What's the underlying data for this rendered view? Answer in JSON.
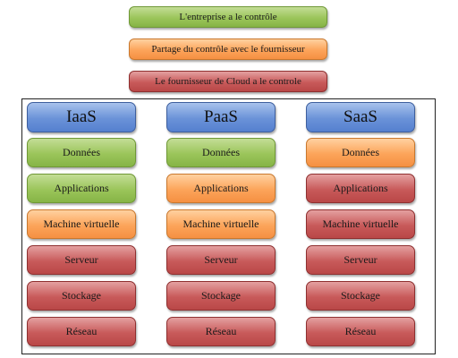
{
  "colors": {
    "green": "#9bc55a",
    "orange": "#fca45a",
    "red": "#c85a5a",
    "blue": "#6a92d8"
  },
  "legend": [
    {
      "label": "L'entreprise a le contrôle",
      "color": "green"
    },
    {
      "label": "Partage du contrôle avec le fournisseur",
      "color": "orange"
    },
    {
      "label": "Le fournisseur de Cloud a le controle",
      "color": "red"
    }
  ],
  "columns": [
    {
      "title": "IaaS",
      "cells": [
        {
          "label": "Données",
          "color": "green"
        },
        {
          "label": "Applications",
          "color": "green"
        },
        {
          "label": "Machine virtuelle",
          "color": "orange"
        },
        {
          "label": "Serveur",
          "color": "red"
        },
        {
          "label": "Stockage",
          "color": "red"
        },
        {
          "label": "Réseau",
          "color": "red"
        }
      ]
    },
    {
      "title": "PaaS",
      "cells": [
        {
          "label": "Données",
          "color": "green"
        },
        {
          "label": "Applications",
          "color": "orange"
        },
        {
          "label": "Machine virtuelle",
          "color": "orange"
        },
        {
          "label": "Serveur",
          "color": "red"
        },
        {
          "label": "Stockage",
          "color": "red"
        },
        {
          "label": "Réseau",
          "color": "red"
        }
      ]
    },
    {
      "title": "SaaS",
      "cells": [
        {
          "label": "Données",
          "color": "orange"
        },
        {
          "label": "Applications",
          "color": "red"
        },
        {
          "label": "Machine virtuelle",
          "color": "red"
        },
        {
          "label": "Serveur",
          "color": "red"
        },
        {
          "label": "Stockage",
          "color": "red"
        },
        {
          "label": "Réseau",
          "color": "red"
        }
      ]
    }
  ]
}
